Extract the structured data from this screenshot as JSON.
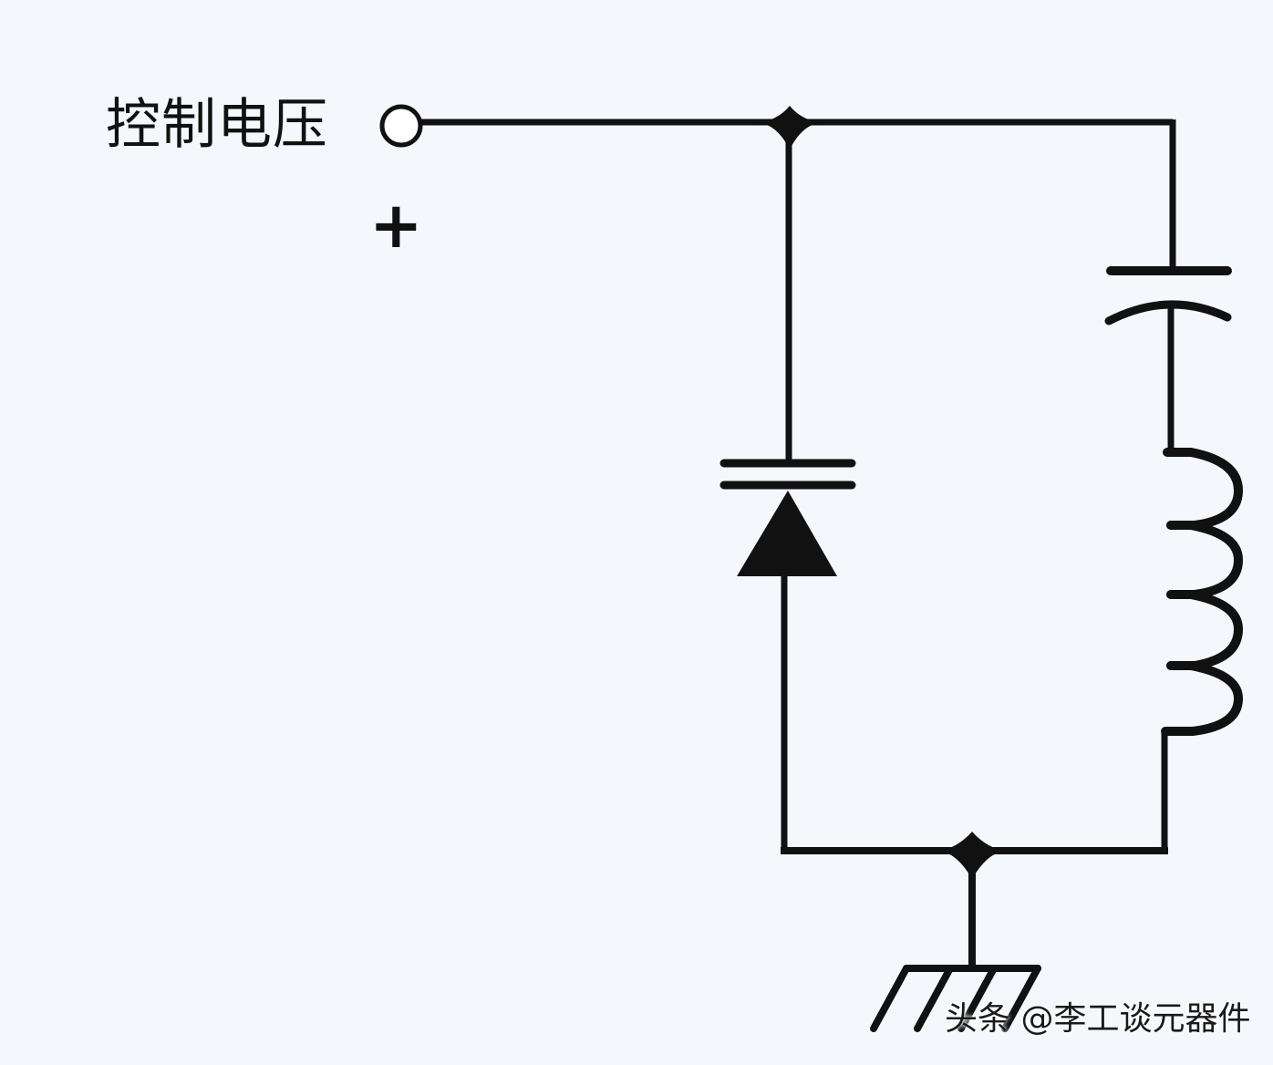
{
  "labels": {
    "input": "控制电压",
    "polarity": "+"
  },
  "watermark": "头条 @李工谈元器件",
  "colors": {
    "background": "#f4f8fc",
    "ink": "#111111"
  },
  "components": [
    "input-terminal",
    "varactor-diode",
    "capacitor",
    "inductor",
    "ground"
  ]
}
